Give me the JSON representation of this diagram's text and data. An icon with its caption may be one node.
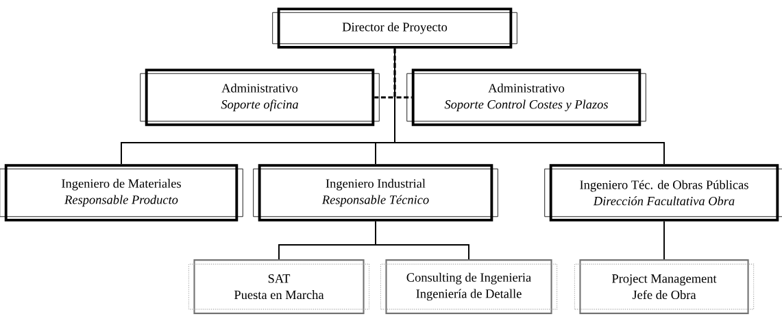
{
  "diagram": {
    "nodes": [
      {
        "text": [
          "Director de Proyecto"
        ]
      },
      {
        "text": [
          "Administrativo",
          "Soporte oficina"
        ]
      },
      {
        "text": [
          "Administrativo",
          "Soporte Control Costes y Plazos"
        ]
      },
      {
        "text": [
          "Ingeniero de Materiales",
          "Responsable Producto"
        ]
      },
      {
        "text": [
          "Ingeniero Industrial",
          "Responsable Técnico"
        ]
      },
      {
        "text": [
          "Ingeniero Téc. de Obras Públicas",
          "Dirección Facultativa Obra"
        ]
      },
      {
        "text": [
          "SAT",
          "Puesta en Marcha"
        ]
      },
      {
        "text": [
          "Consulting de Ingenieria",
          "Ingeniería de Detalle"
        ]
      },
      {
        "text": [
          "Project Management",
          "Jefe de Obra"
        ]
      }
    ],
    "edges": [
      {
        "from": 0,
        "to": 1,
        "arrow": "none",
        "style": "dashed"
      },
      {
        "from": 0,
        "to": 2,
        "arrow": "none",
        "style": "dashed"
      },
      {
        "from": 0,
        "to": 3,
        "arrow": "none"
      },
      {
        "from": 0,
        "to": 4,
        "arrow": "none"
      },
      {
        "from": 0,
        "to": 5,
        "arrow": "none"
      },
      {
        "from": 4,
        "to": 6,
        "arrow": "none"
      },
      {
        "from": 4,
        "to": 7,
        "arrow": "none"
      },
      {
        "from": 5,
        "to": 8,
        "arrow": "none"
      }
    ]
  }
}
